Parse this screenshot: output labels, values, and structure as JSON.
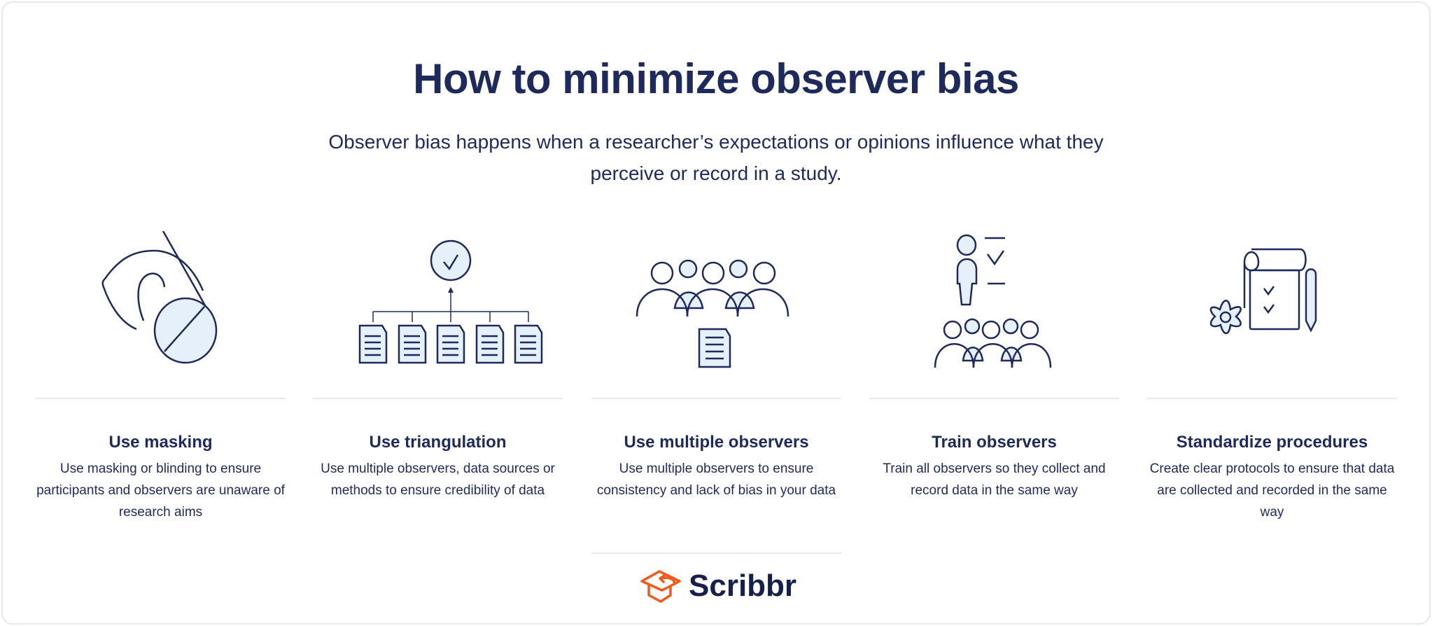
{
  "title": "How to minimize observer bias",
  "subtitle": "Observer bias happens when a researcher’s expectations or opinions influence what they perceive or record in a study.",
  "columns": [
    {
      "icon": "eye-blocked-icon",
      "title": "Use masking",
      "body": "Use masking or blinding to ensure participants and observers are unaware of research aims"
    },
    {
      "icon": "documents-hierarchy-icon",
      "title": "Use triangulation",
      "body": "Use multiple observers, data sources or methods to ensure credibility of data"
    },
    {
      "icon": "group-document-icon",
      "title": "Use multiple observers",
      "body": "Use multiple observers to ensure consistency and lack of bias in your data"
    },
    {
      "icon": "trainer-group-icon",
      "title": "Train observers",
      "body": "Train all observers so they collect and record data in the same way"
    },
    {
      "icon": "checklist-gear-icon",
      "title": "Standardize procedures",
      "body": "Create clear protocols to ensure that data are collected and recorded in the same way"
    }
  ],
  "logo": {
    "text": "Scribbr",
    "color": "#f25a1d"
  },
  "colors": {
    "navy": "#1f2a5c",
    "light_fill": "#e6f0fb"
  }
}
